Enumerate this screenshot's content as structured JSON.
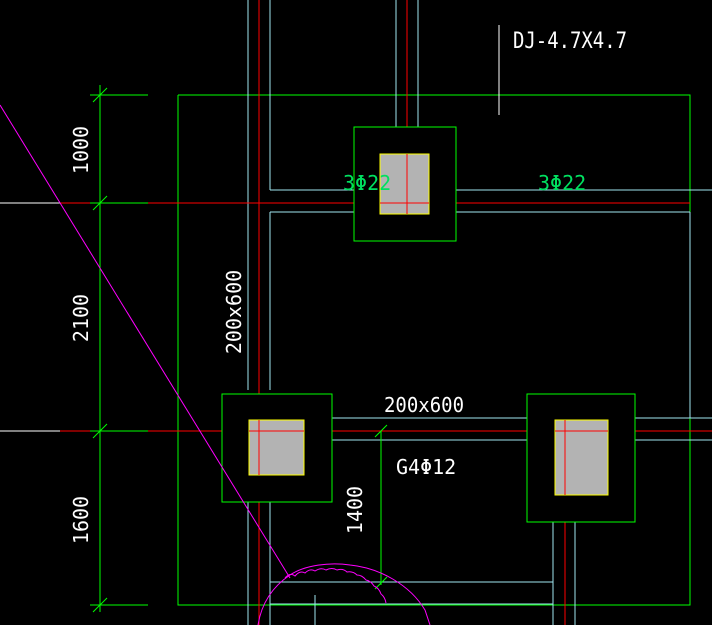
{
  "drawing": {
    "foundation_label": "DJ-4.7X4.7",
    "dims_left": {
      "top": "1000",
      "middle": "2100",
      "bottom": "1600"
    },
    "beam_vertical_size": "200x600",
    "beam_horizontal_size": "200x600",
    "rebar_left": "3Φ22",
    "rebar_right": "3Φ22",
    "stirrup_note": "G4Φ12",
    "dim_short": "1400"
  },
  "colors": {
    "background": "#000000",
    "outline_green": "#00ff00",
    "axis_red": "#ff0000",
    "beam_cyan": "#9fe6f0",
    "column_yellow": "#ffff00",
    "column_fill": "#b3b3b3",
    "text_white": "#ffffff",
    "rebar_green": "#00e060",
    "diagonal_magenta": "#ff00ff"
  }
}
